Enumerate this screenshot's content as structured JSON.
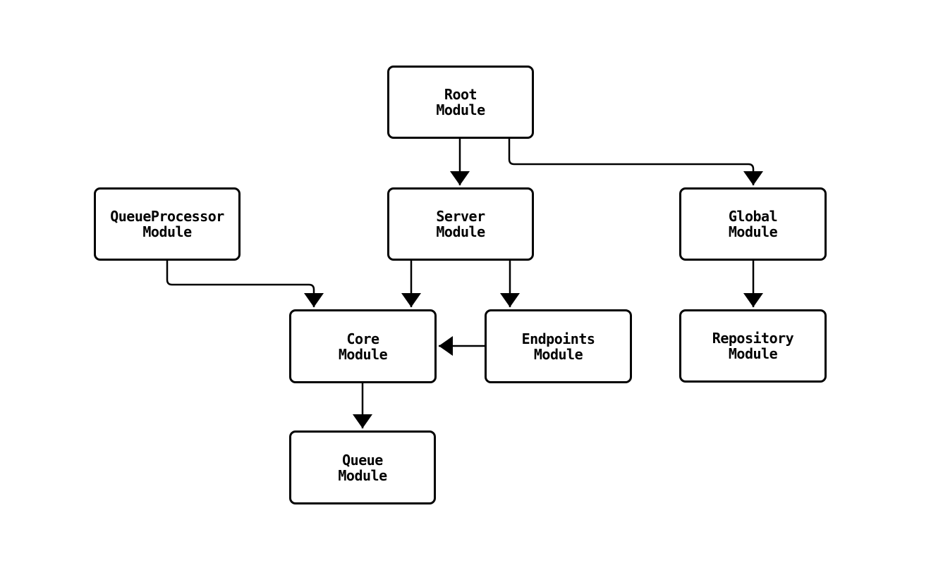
{
  "page": {
    "background": "#ffffff"
  },
  "diagram": {
    "type": "module-dependency-flowchart",
    "stroke_color": "#000000",
    "node_fill": "#ffffff",
    "node_border_color": "#000000",
    "text_color": "#000000",
    "nodes": [
      {
        "id": "root",
        "line1": "Root",
        "line2": "Module"
      },
      {
        "id": "queue_processor",
        "line1": "QueueProcessor",
        "line2": "Module"
      },
      {
        "id": "server",
        "line1": "Server",
        "line2": "Module"
      },
      {
        "id": "global",
        "line1": "Global",
        "line2": "Module"
      },
      {
        "id": "core",
        "line1": "Core",
        "line2": "Module"
      },
      {
        "id": "endpoints",
        "line1": "Endpoints",
        "line2": "Module"
      },
      {
        "id": "repository",
        "line1": "Repository",
        "line2": "Module"
      },
      {
        "id": "queue",
        "line1": "Queue",
        "line2": "Module"
      }
    ],
    "edges": [
      {
        "from": "Root Module",
        "to": "Server Module"
      },
      {
        "from": "Root Module",
        "to": "Global Module"
      },
      {
        "from": "QueueProcessor Module",
        "to": "Core Module"
      },
      {
        "from": "Server Module",
        "to": "Core Module"
      },
      {
        "from": "Server Module",
        "to": "Endpoints Module"
      },
      {
        "from": "Endpoints Module",
        "to": "Core Module"
      },
      {
        "from": "Global Module",
        "to": "Repository Module"
      },
      {
        "from": "Core Module",
        "to": "Queue Module"
      }
    ]
  }
}
